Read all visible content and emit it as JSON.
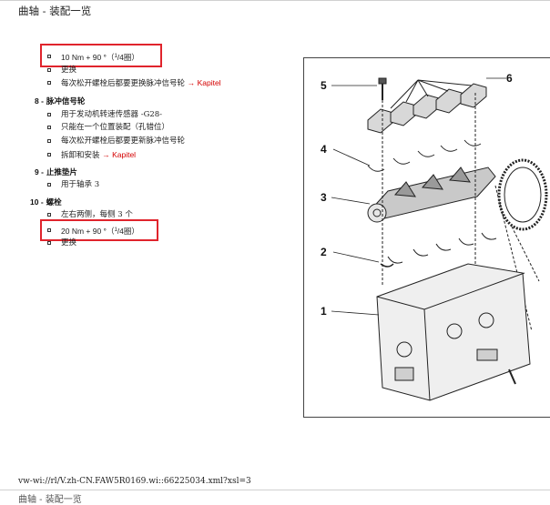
{
  "header": {
    "title": "曲轴 - 装配一览"
  },
  "list": {
    "torque_1": "10 Nm + 90 °（",
    "torque_1_frac": "1",
    "torque_1_den": "/4圈）",
    "item_replace_1": "更换",
    "item_replace_signal": "每次松开螺栓后都要更换脉冲信号轮",
    "link_kapitel": "→ Kapitel",
    "h8_num": "8 -",
    "h8_title": "脉冲信号轮",
    "i8a": "用于发动机转速传感器 -G28-",
    "i8b": "只能在一个位置装配（孔错位）",
    "i8c": "每次松开螺栓后都要更新脉冲信号轮",
    "i8d": "拆卸和安装",
    "h9_num": "9 -",
    "h9_title": "止推垫片",
    "i9a": "用于轴承 3",
    "h10_num": "10 -",
    "h10_title": "螺栓",
    "i10a": "左右两侧，每侧 3 个",
    "torque_2": "20 Nm + 90 °（",
    "torque_2_frac": "1",
    "torque_2_den": "/4圈）",
    "item_replace_2": "更换"
  },
  "figure": {
    "callouts": [
      "5",
      "6",
      "4",
      "3",
      "2",
      "1"
    ]
  },
  "footer": {
    "url": "vw-wi://rl/V.zh-CN.FAW5R0169.wi::66225034.xml?xsl=3",
    "next_header": "曲轴 - 装配一览"
  },
  "colors": {
    "highlight_box": "#e0242c",
    "link": "#d40000"
  }
}
